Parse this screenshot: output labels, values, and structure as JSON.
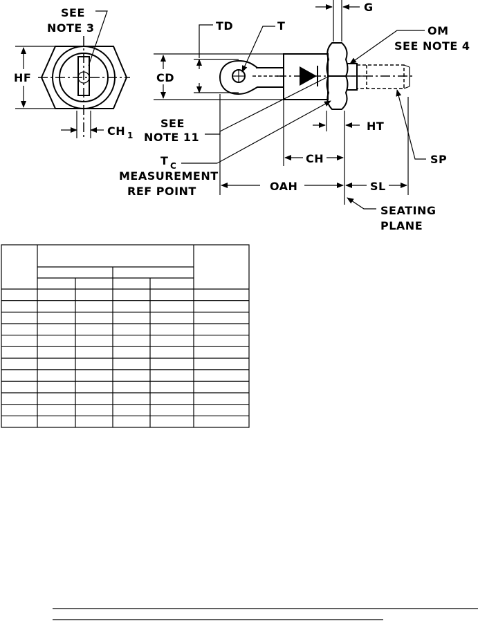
{
  "diagram": {
    "labels": {
      "see_note_3_line1": "SEE",
      "see_note_3_line2": "NOTE 3",
      "hf": "HF",
      "ch1": "CH",
      "ch1_sub": "1",
      "td": "TD",
      "t": "T",
      "cd": "CD",
      "g": "G",
      "om": "OM",
      "see_note_4": "SEE NOTE 4",
      "see_note_11_line1": "SEE",
      "see_note_11_line2": "NOTE 11",
      "ht": "HT",
      "tc": "T",
      "tc_sub": "C",
      "measurement": "MEASUREMENT",
      "ref_point": "REF POINT",
      "ch": "CH",
      "sp": "SP",
      "oah": "OAH",
      "sl": "SL",
      "seating": "SEATING",
      "plane": "PLANE"
    }
  },
  "table": {
    "body_rows": 12
  }
}
